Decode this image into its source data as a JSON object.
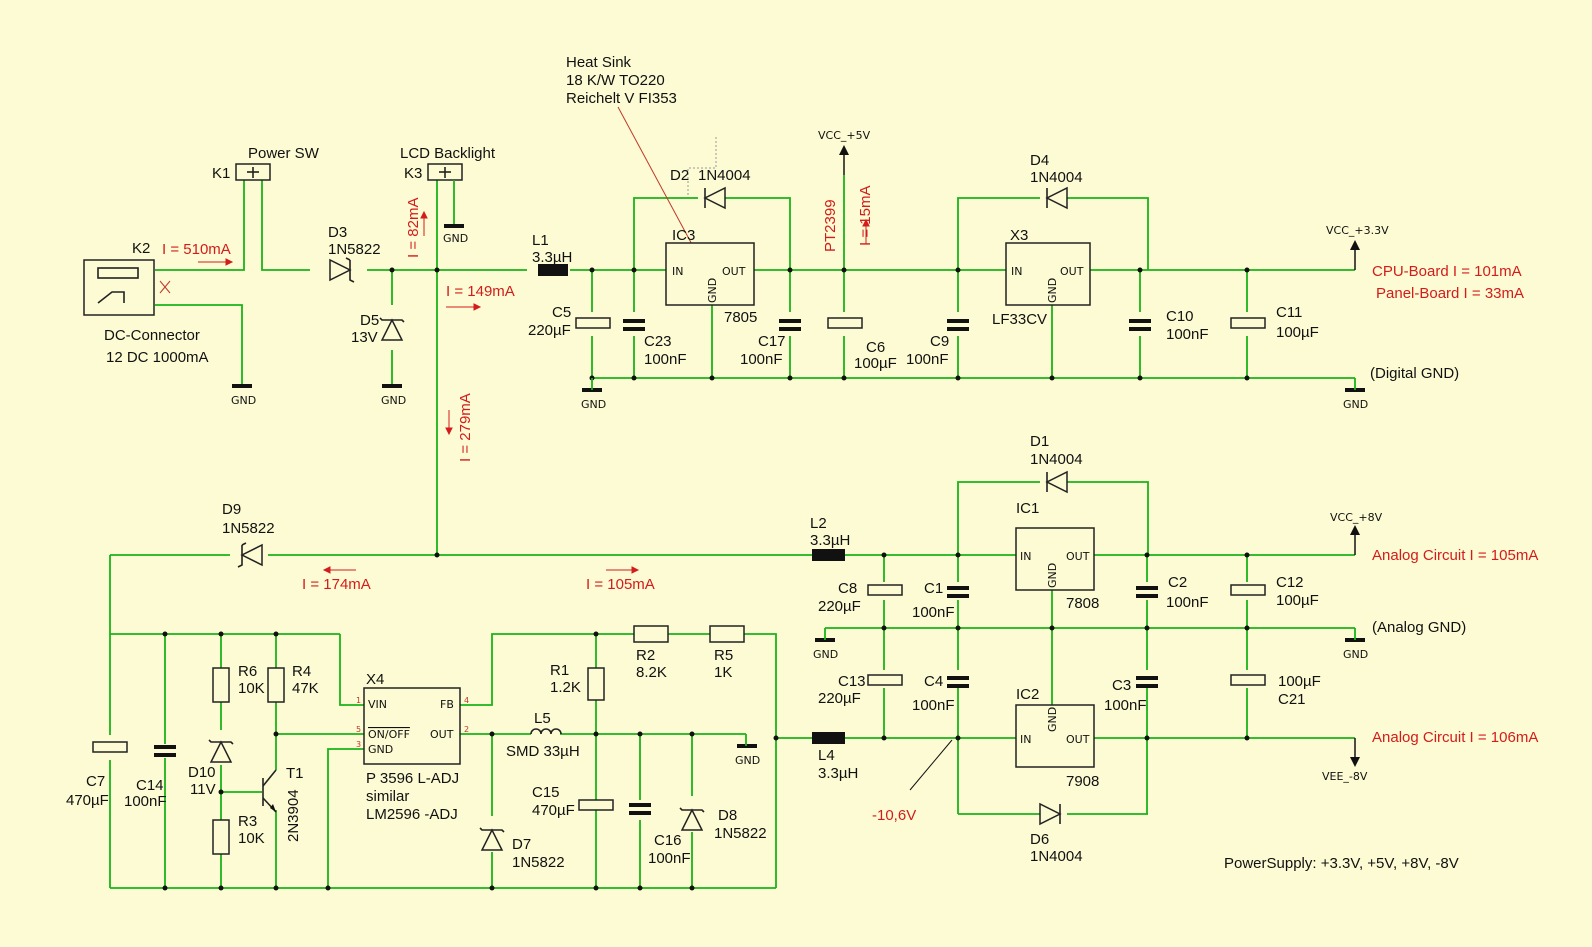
{
  "labels": {
    "power_sw": "Power SW",
    "lcd_backlight": "LCD Backlight",
    "heat_sink_1": "Heat Sink",
    "heat_sink_2": "18 K/W TO220",
    "heat_sink_3": "Reichelt V FI353",
    "k1": "K1",
    "k2": "K2",
    "k3": "K3",
    "dc_connector": "DC-Connector",
    "dc_rating": "12 DC 1000mA",
    "d3": "D3",
    "d3v": "1N5822",
    "d5": "D5",
    "d5v": "13V",
    "l1": "L1",
    "l1v": "3.3µH",
    "c5": "C5",
    "c5v": "220µF",
    "c23": "C23",
    "c23v": "100nF",
    "d2": "D2",
    "d2v": "1N4004",
    "ic3": "IC3",
    "ic3v": "7805",
    "c17": "C17",
    "c17v": "100nF",
    "pt": "PT2399",
    "c6": "C6",
    "c6v": "100µF",
    "d4": "D4",
    "d4v": "1N4004",
    "x3": "X3",
    "x3v": "LF33CV",
    "c9": "C9",
    "c9v": "100nF",
    "c10": "C10",
    "c10v": "100nF",
    "c11": "C11",
    "c11v": "100µF",
    "digital_gnd": "(Digital GND)",
    "d1": "D1",
    "d1v": "1N4004",
    "d9": "D9",
    "d9v": "1N5822",
    "l2": "L2",
    "l2v": "3.3µH",
    "c8": "C8",
    "c8v": "220µF",
    "c1": "C1",
    "c1v": "100nF",
    "ic1": "IC1",
    "ic1v": "7808",
    "c2": "C2",
    "c2v": "100nF",
    "c12": "C12",
    "c12v": "100µF",
    "analog_gnd": "(Analog GND)",
    "r6": "R6",
    "r6v": "10K",
    "r4": "R4",
    "r4v": "47K",
    "x4": "X4",
    "x4_desc1": "P 3596 L-ADJ",
    "x4_desc2": "similar",
    "x4_desc3": "LM2596 -ADJ",
    "r1": "R1",
    "r1v": "1.2K",
    "r2": "R2",
    "r2v": "8.2K",
    "r5": "R5",
    "r5v": "1K",
    "c13": "C13",
    "c13v": "220µF",
    "c4": "C4",
    "c4v": "100nF",
    "c3": "C3",
    "c3v": "100nF",
    "c21": "C21",
    "c21v": "100µF",
    "ic2": "IC2",
    "ic2v": "7908",
    "l5": "L5",
    "l5v": "SMD 33µH",
    "l4": "L4",
    "l4v": "3.3µH",
    "c7": "C7",
    "c7v": "470µF",
    "c14": "C14",
    "c14v": "100nF",
    "d10": "D10",
    "d10v": "11V",
    "r3": "R3",
    "r3v": "10K",
    "t1": "T1",
    "t1v": "2N3904",
    "c15": "C15",
    "c15v": "470µF",
    "c16": "C16",
    "c16v": "100nF",
    "d7": "D7",
    "d7v": "1N5822",
    "d8": "D8",
    "d8v": "1N5822",
    "d6": "D6",
    "d6v": "1N4004",
    "summary": "PowerSupply: +3.3V, +5V, +8V, -8V"
  },
  "pins": {
    "in": "IN",
    "out": "OUT",
    "gnd": "GND",
    "vin": "VIN",
    "fb": "FB",
    "onoff": "ON/OFF",
    "p1": "1",
    "p2": "2",
    "p3": "3",
    "p4": "4",
    "p5": "5"
  },
  "supplies": {
    "gnd": "GND",
    "vcc5": "VCC_+5V",
    "vcc33": "VCC_+3.3V",
    "vcc8": "VCC_+8V",
    "vee8": "VEE_-8V"
  },
  "annotations": {
    "i_510": "I = 510mA",
    "i_82": "I = 82mA",
    "i_149": "I = 149mA",
    "i_15": "I = 15mA",
    "i_279": "I = 279mA",
    "cpu_board": "CPU-Board  I = 101mA",
    "panel_board": "Panel-Board  I = 33mA",
    "i_174": "I = 174mA",
    "i_105": "I = 105mA",
    "analog_105": "Analog Circuit  I = 105mA",
    "analog_106": "Analog Circuit  I = 106mA",
    "neg_voltage": "-10,6V"
  },
  "colors": {
    "background": "#fdfbd3",
    "wire": "#19b319",
    "annotation": "#d31c1c",
    "component": "#222222"
  }
}
